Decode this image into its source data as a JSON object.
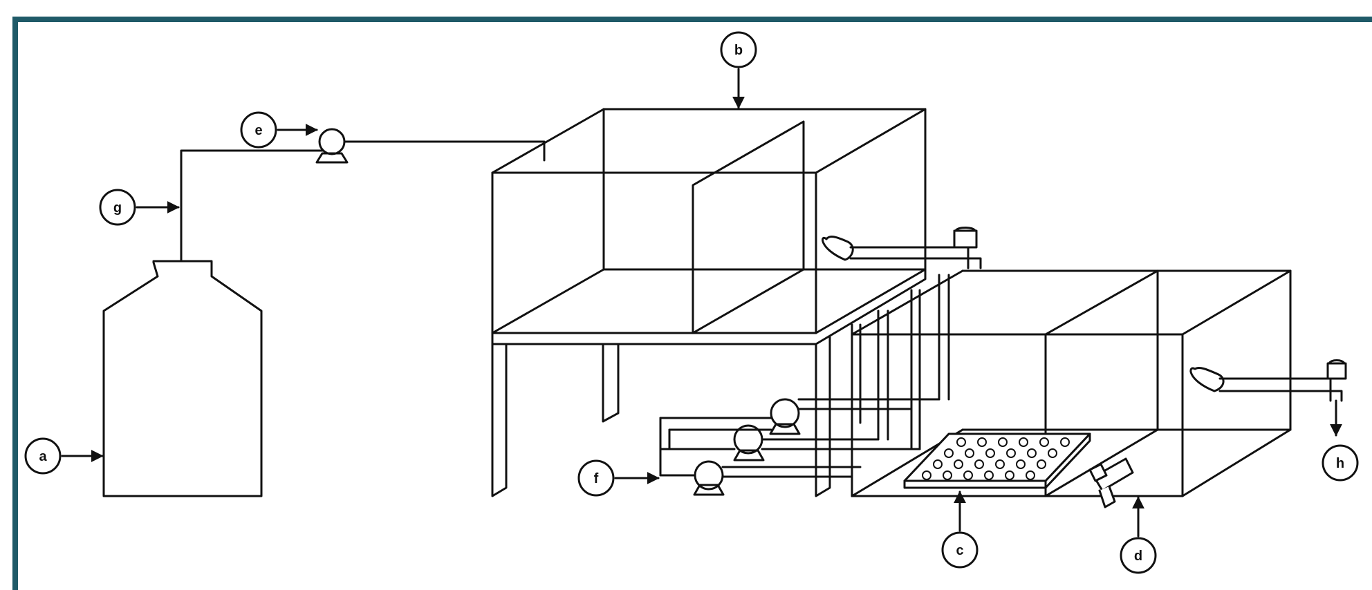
{
  "colors": {
    "frame": "#1f5a68",
    "line": "#111111",
    "background": "#ffffff"
  },
  "labels": {
    "a": "a",
    "b": "b",
    "c": "c",
    "d": "d",
    "e": "e",
    "f": "f",
    "g": "g",
    "h": "h"
  }
}
